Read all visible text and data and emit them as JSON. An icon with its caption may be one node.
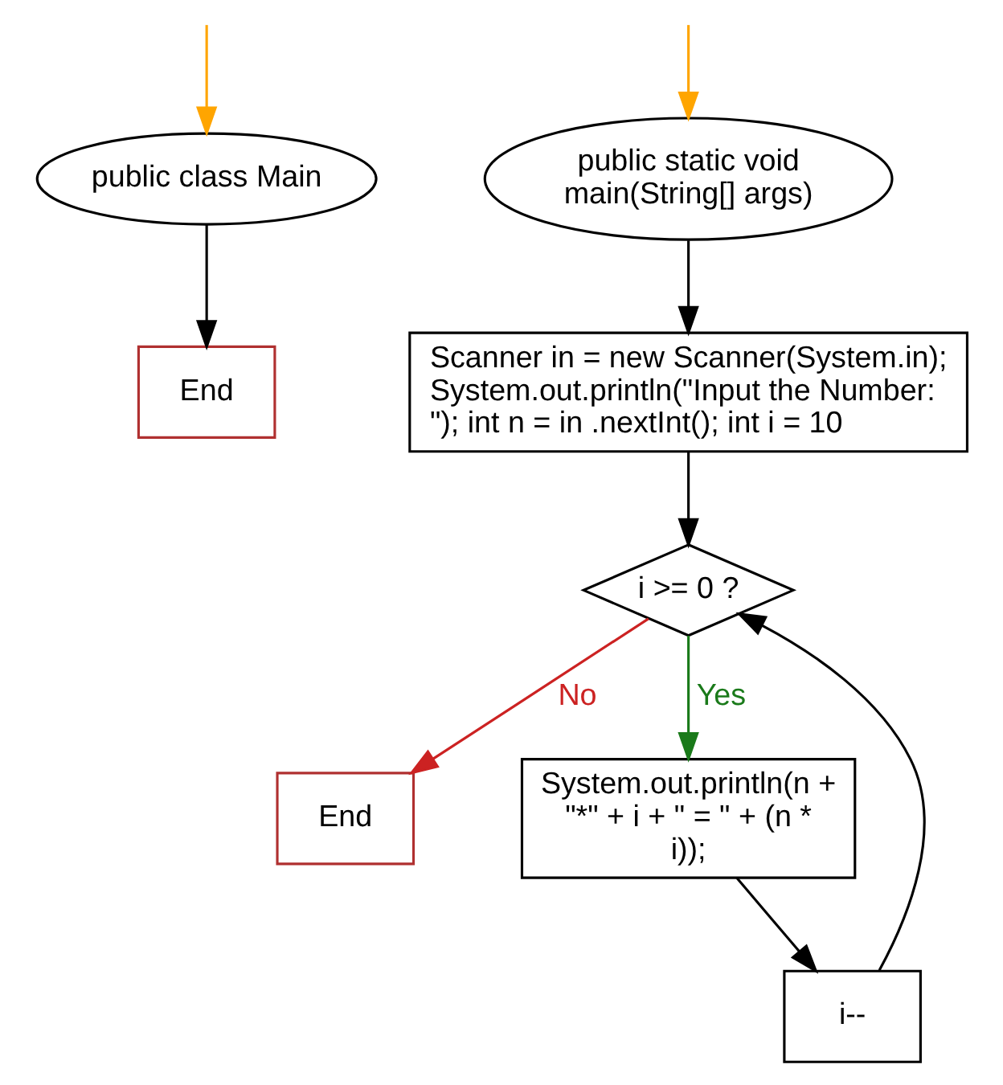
{
  "diagram": {
    "nodes": [
      {
        "text": [
          "public class Main"
        ]
      },
      {
        "text": [
          "End"
        ]
      },
      {
        "text": [
          "public static void main(String[] args)"
        ]
      },
      {
        "text": [
          "Scanner in = new Scanner(System.in); System.out.println(\"Input the Number: \"); int n = in .nextInt(); int i = 10"
        ]
      },
      {
        "text": [
          "i >= 0 ?"
        ]
      },
      {
        "text": [
          "End"
        ]
      },
      {
        "text": [
          "System.out.println(n + \"*\" + i + \" = \" + (n * i));"
        ]
      },
      {
        "text": [
          "i--"
        ]
      }
    ],
    "edges": [
      {
        "from": null,
        "to": 0,
        "arrow": "to",
        "color": "#ffa500"
      },
      {
        "from": 0,
        "to": 1,
        "arrow": "to"
      },
      {
        "from": null,
        "to": 2,
        "arrow": "to",
        "color": "#ffa500"
      },
      {
        "from": 2,
        "to": 3,
        "arrow": "to"
      },
      {
        "from": 3,
        "to": 4,
        "arrow": "to"
      },
      {
        "from": 4,
        "to": 5,
        "arrow": "to",
        "label": "No",
        "color": "#cc2222"
      },
      {
        "from": 4,
        "to": 6,
        "arrow": "to",
        "label": "Yes",
        "color": "#1a7a1a"
      },
      {
        "from": 6,
        "to": 7,
        "arrow": "to"
      },
      {
        "from": 7,
        "to": 4,
        "arrow": "to"
      }
    ]
  }
}
